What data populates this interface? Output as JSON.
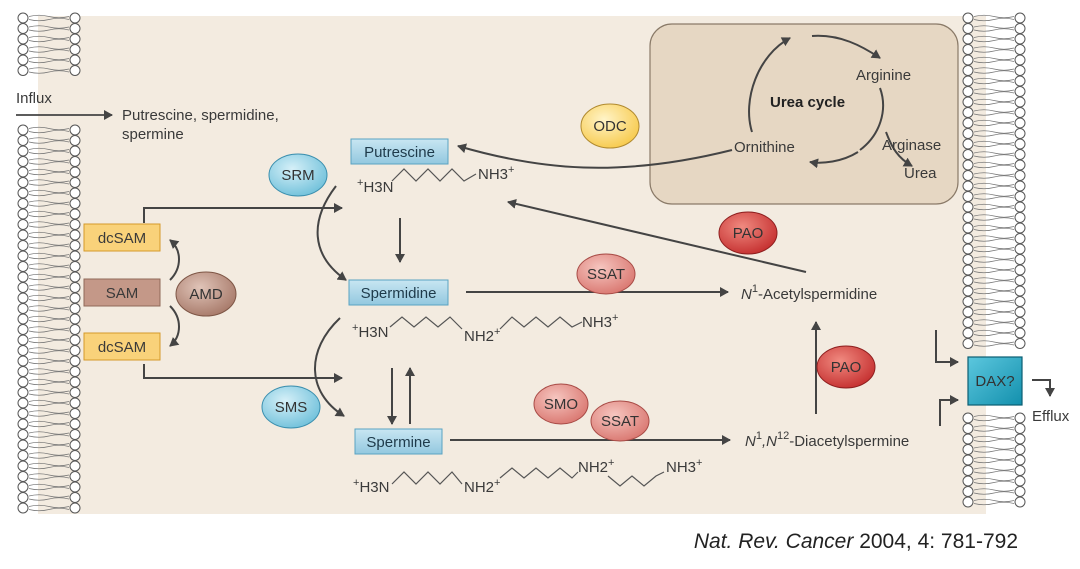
{
  "citation": {
    "journal": "Nat. Rev. Cancer",
    "rest": " 2004, 4: 781-792"
  },
  "influx": "Influx",
  "imported": {
    "line1": "Putrescine, spermidine,",
    "line2": "spermine"
  },
  "efflux": "Efflux",
  "urea_cycle": {
    "title": "Urea cycle",
    "arginine": "Arginine",
    "ornithine": "Ornithine",
    "arginase": "Arginase",
    "urea": "Urea"
  },
  "metabolites": {
    "putrescine": "Putrescine",
    "spermidine": "Spermidine",
    "spermine": "Spermine"
  },
  "acetyl": {
    "spd_N": "N",
    "spd_sup": "1",
    "spd_rest": "-Acetylspermidine",
    "spm_N1": "N",
    "spm_sup1": "1",
    "spm_mid": ",N",
    "spm_sup2": "12",
    "spm_rest": "-Diacetylspermine"
  },
  "sam": {
    "dcsam_top": "dcSAM",
    "sam": "SAM",
    "dcsam_bottom": "dcSAM"
  },
  "enzymes": {
    "odc": "ODC",
    "srm": "SRM",
    "amd": "AMD",
    "sms": "SMS",
    "pao_top": "PAO",
    "ssat_top": "SSAT",
    "pao_mid": "PAO",
    "smo": "SMO",
    "ssat_bottom": "SSAT"
  },
  "transporter": "DAX?",
  "chem": {
    "h3n": "H3N",
    "nh3": "NH3",
    "nh2": "NH2",
    "plus": "+",
    "sub3": "3",
    "sub2": "2"
  },
  "colors": {
    "background": "#f3ebe0",
    "metabolite_box": "#a9d4e8",
    "sam_box": "#f9d27a",
    "sam_middle": "#c49888",
    "enzyme_blue": "#8ccfe3",
    "enzyme_yellow": "#fce089",
    "enzyme_red": "#d84d4d",
    "enzyme_pink": "#e8948e",
    "enzyme_brown": "#b88878",
    "transporter": "#21a9c7"
  }
}
